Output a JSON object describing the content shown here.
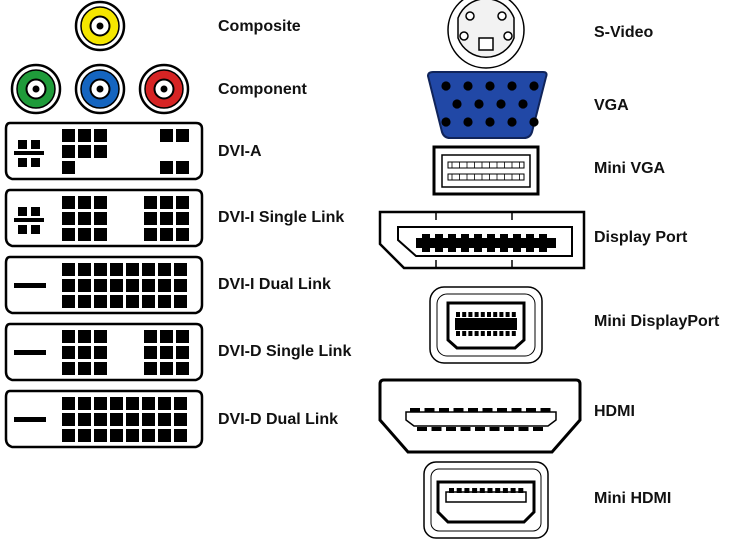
{
  "colors": {
    "outline": "#000000",
    "composite": "#f5e600",
    "component_green": "#1f9b3a",
    "component_blue": "#1565c0",
    "component_red": "#d62424",
    "vga_shell": "#2148a6"
  },
  "connectors": {
    "composite": {
      "label": "Composite",
      "icon": "composite-rca-icon"
    },
    "component": {
      "label": "Component",
      "icon": "component-rca-icon"
    },
    "dvi_a": {
      "label": "DVI-A",
      "icon": "dvi-a-icon"
    },
    "dvi_i_single": {
      "label": "DVI-I Single Link",
      "icon": "dvi-i-single-icon"
    },
    "dvi_i_dual": {
      "label": "DVI-I Dual Link",
      "icon": "dvi-i-dual-icon"
    },
    "dvi_d_single": {
      "label": "DVI-D Single Link",
      "icon": "dvi-d-single-icon"
    },
    "dvi_d_dual": {
      "label": "DVI-D Dual Link",
      "icon": "dvi-d-dual-icon"
    },
    "s_video": {
      "label": "S-Video",
      "icon": "s-video-icon"
    },
    "vga": {
      "label": "VGA",
      "icon": "vga-icon"
    },
    "mini_vga": {
      "label": "Mini VGA",
      "icon": "mini-vga-icon"
    },
    "display_port": {
      "label": "Display Port",
      "icon": "display-port-icon"
    },
    "mini_displayport": {
      "label": "Mini DisplayPort",
      "icon": "mini-displayport-icon"
    },
    "hdmi": {
      "label": "HDMI",
      "icon": "hdmi-icon"
    },
    "mini_hdmi": {
      "label": "Mini HDMI",
      "icon": "mini-hdmi-icon"
    }
  }
}
